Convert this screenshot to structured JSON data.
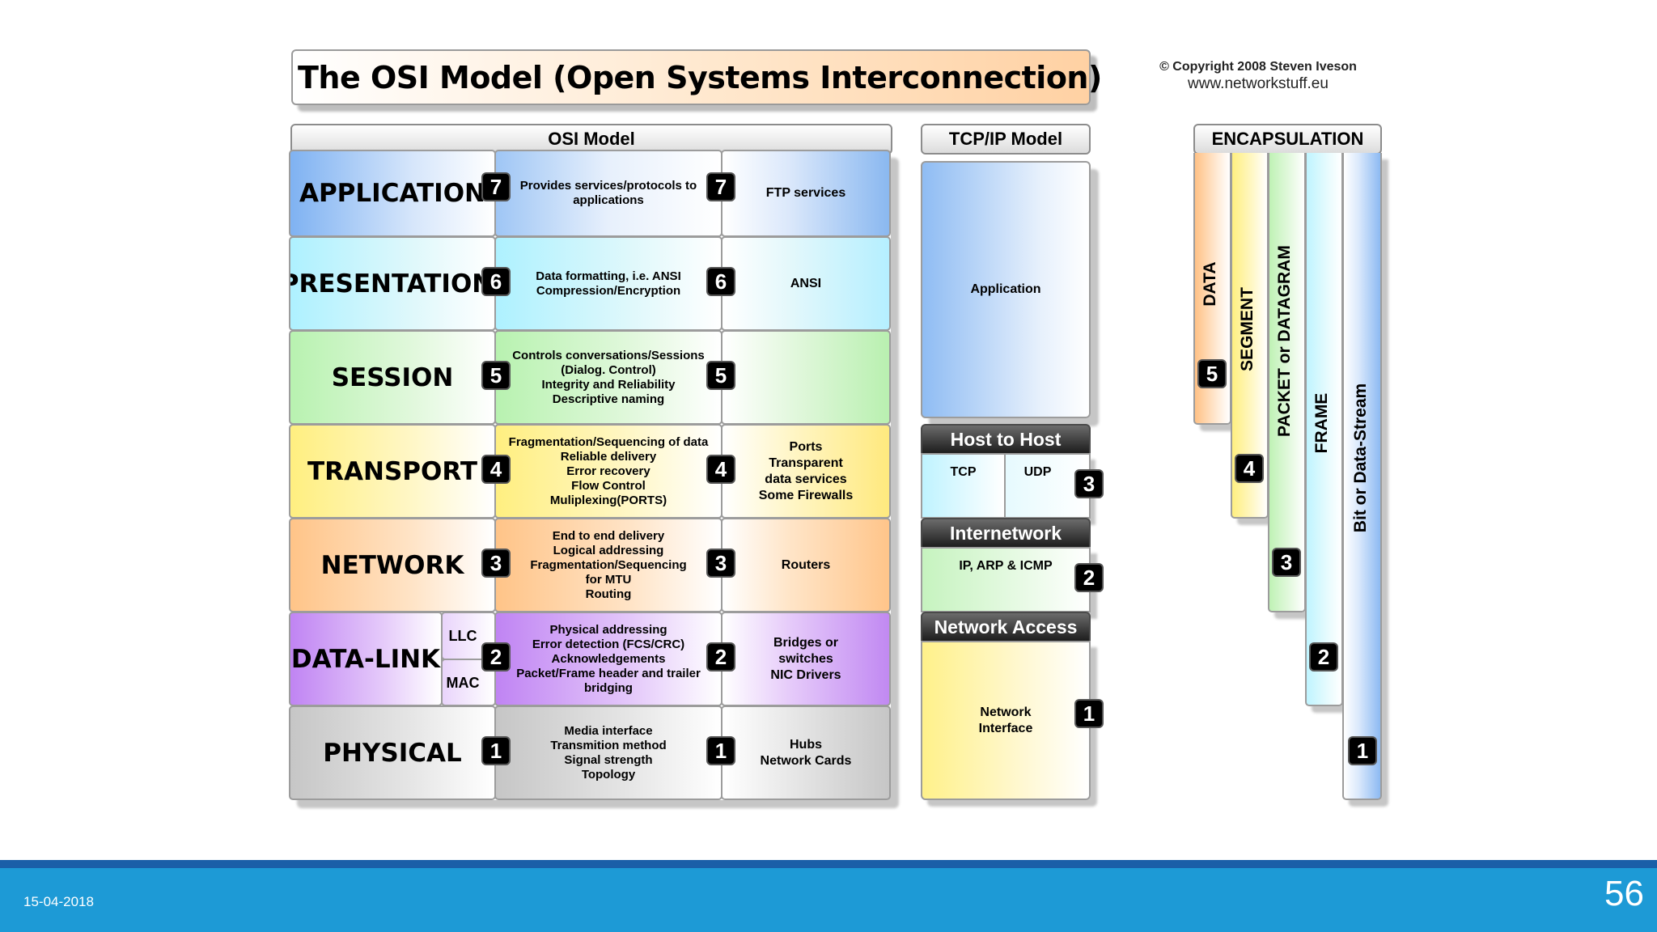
{
  "title": "The OSI Model (Open Systems Interconnection)",
  "copyright": {
    "line1": "© Copyright 2008 Steven Iveson",
    "line2": "www.networkstuff.eu"
  },
  "headers": {
    "osi": "OSI Model",
    "tcpip": "TCP/IP Model",
    "encapsulation": "ENCAPSULATION"
  },
  "osi_layers": [
    {
      "number": "7",
      "name": "APPLICATION",
      "description": "Provides services/protocols to\napplications",
      "examples": "FTP services"
    },
    {
      "number": "6",
      "name": "PRESENTATION",
      "description": "Data formatting, i.e. ANSI\nCompression/Encryption",
      "examples": "ANSI"
    },
    {
      "number": "5",
      "name": "SESSION",
      "description": "Controls conversations/Sessions\n(Dialog. Control)\nIntegrity and Reliability\nDescriptive naming",
      "examples": ""
    },
    {
      "number": "4",
      "name": "TRANSPORT",
      "description": "Fragmentation/Sequencing of data\nReliable delivery\nError recovery\nFlow Control\nMuliplexing(PORTS)",
      "examples": "Ports\nTransparent\ndata services\nSome Firewalls"
    },
    {
      "number": "3",
      "name": "NETWORK",
      "description": "End to end delivery\nLogical addressing\nFragmentation/Sequencing\nfor MTU\nRouting",
      "examples": "Routers"
    },
    {
      "number": "2",
      "name": "DATA-LINK",
      "sublayers": [
        "LLC",
        "MAC"
      ],
      "description": "Physical addressing\nError detection (FCS/CRC)\nAcknowledgements\nPacket/Frame header and trailer\nbridging",
      "examples": "Bridges or\nswitches\nNIC Drivers"
    },
    {
      "number": "1",
      "name": "PHYSICAL",
      "description": "Media interface\nTransmition method\nSignal strength\nTopology",
      "examples": "Hubs\nNetwork Cards"
    }
  ],
  "tcpip": {
    "application": "Application",
    "host_to_host": {
      "title": "Host to Host",
      "left": "TCP",
      "right": "UDP",
      "number": "3"
    },
    "internetwork": {
      "title": "Internetwork",
      "body": "IP, ARP & ICMP",
      "number": "2"
    },
    "network_access": {
      "title": "Network Access",
      "body": "Network\nInterface",
      "number": "1"
    }
  },
  "encapsulation": [
    {
      "label": "DATA",
      "number": "5"
    },
    {
      "label": "SEGMENT",
      "number": "4"
    },
    {
      "label": "PACKET or DATAGRAM",
      "number": "3"
    },
    {
      "label": "FRAME",
      "number": "2"
    },
    {
      "label": "Bit or Data-Stream",
      "number": "1"
    }
  ],
  "footer": {
    "date": "15-04-2018",
    "page": "56"
  },
  "colors": {
    "footer_bar": "#1d9ad6",
    "footer_line": "#1a5fa8",
    "badge": "#000000"
  }
}
